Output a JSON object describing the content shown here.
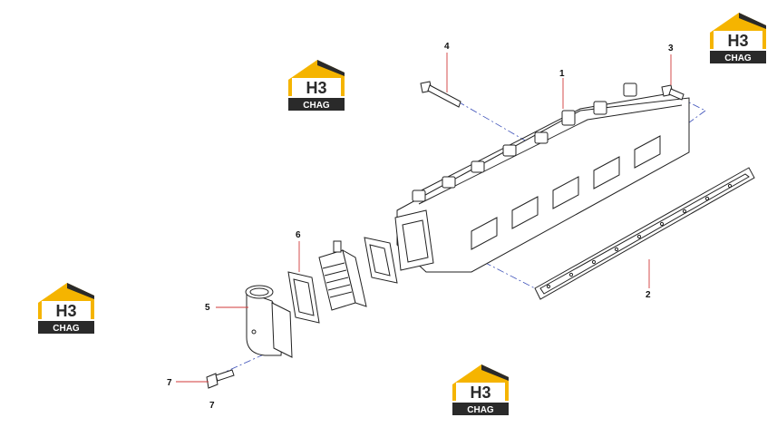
{
  "labels": {
    "l1": "1",
    "l2": "2",
    "l3": "3",
    "l4": "4",
    "l5": "5",
    "l6": "6",
    "l7": "7",
    "l7b": "7"
  },
  "logo": {
    "mark": "H3",
    "word": "CHAG",
    "colors": {
      "yellow": "#f5b400",
      "dark": "#2a2a2a"
    }
  },
  "colors": {
    "leader": "#d23a3a",
    "centerline": "#3b4fb8",
    "line": "#222222"
  }
}
